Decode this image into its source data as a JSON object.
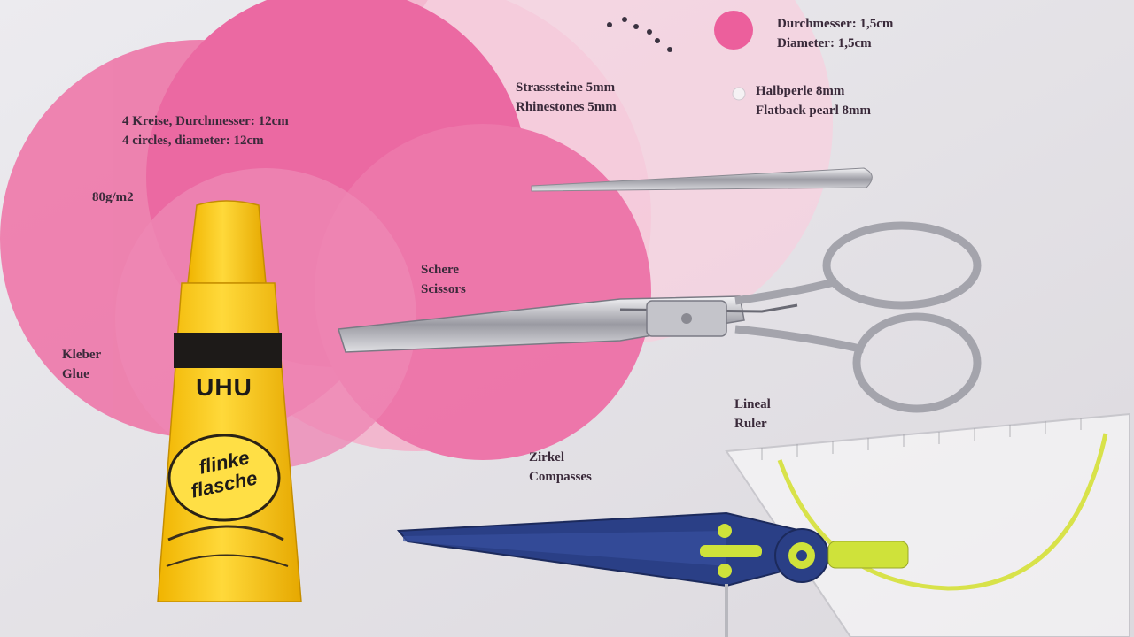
{
  "labels": {
    "circles": {
      "de": "4 Kreise, Durchmesser: 12cm",
      "en": "4 circles, diameter: 12cm"
    },
    "paper": {
      "text": "80g/m2"
    },
    "rhinestones": {
      "de": "Strasssteine 5mm",
      "en": "Rhinestones 5mm"
    },
    "pearl": {
      "de": "Halbperle 8mm",
      "en": "Flatback pearl 8mm"
    },
    "dot": {
      "de": "Durchmesser: 1,5cm",
      "en": "Diameter: 1,5cm"
    },
    "scissors": {
      "de": "Schere",
      "en": "Scissors"
    },
    "glue": {
      "de": "Kleber",
      "en": "Glue"
    },
    "ruler": {
      "de": "Lineal",
      "en": "Ruler"
    },
    "compasses": {
      "de": "Zirkel",
      "en": "Compasses"
    }
  },
  "glue_tube": {
    "brand": "UHU",
    "line1": "flinke",
    "line2": "flasche"
  },
  "colors": {
    "pink": "#ec5f9c",
    "pink_light": "#f3a7c7",
    "glue_yellow": "#f7c81d",
    "compass_blue": "#2a3f86",
    "lime": "#cfe23a"
  }
}
